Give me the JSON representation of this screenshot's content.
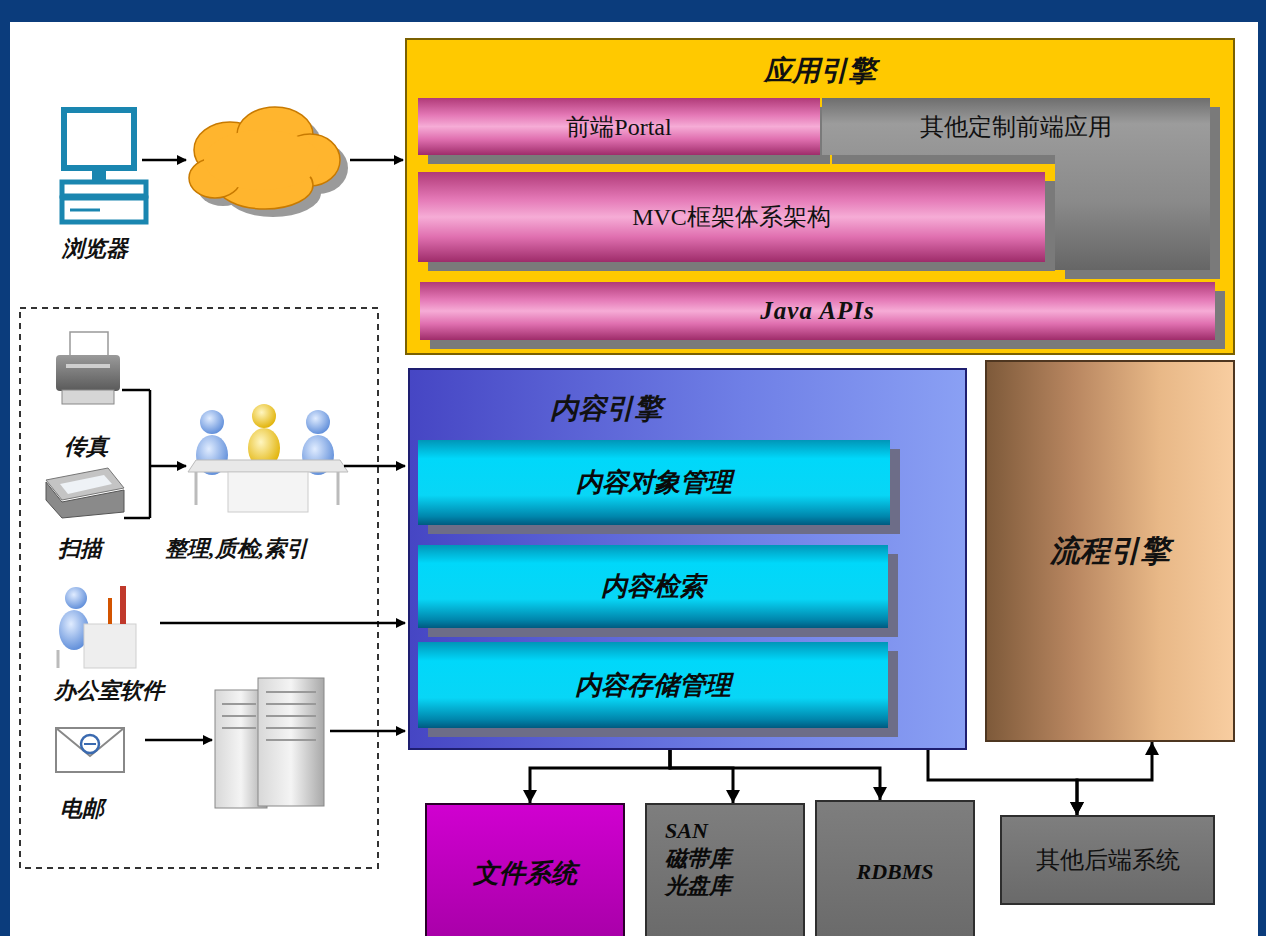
{
  "diagram": {
    "nodes": [
      {
        "text": [
          "应用引擎"
        ]
      },
      {
        "text": [
          "前端Portal"
        ],
        "in": 0
      },
      {
        "text": [
          "其他定制前端应用"
        ],
        "in": 0
      },
      {
        "text": [
          "MVC框架体系架构"
        ],
        "in": 0
      },
      {
        "text": [
          "Java APIs"
        ],
        "in": 0
      },
      {
        "text": [
          "内容引擎"
        ]
      },
      {
        "text": [
          "内容对象管理"
        ],
        "in": 5
      },
      {
        "text": [
          "内容检索"
        ],
        "in": 5
      },
      {
        "text": [
          "内容存储管理"
        ],
        "in": 5
      },
      {
        "text": [
          "流程引擎"
        ]
      },
      {
        "text": [
          "文件系统"
        ]
      },
      {
        "text": [
          "SAN 磁带库 光盘库"
        ]
      },
      {
        "text": [
          "RDBMS"
        ]
      },
      {
        "text": [
          "其他后端系统"
        ]
      }
    ],
    "edges": [
      {
        "from": 8,
        "to": 10,
        "arrow": "to"
      },
      {
        "from": 8,
        "to": 11,
        "arrow": "to"
      },
      {
        "from": 8,
        "to": 12,
        "arrow": "to"
      },
      {
        "from": 13,
        "to": 5,
        "arrow": "both"
      },
      {
        "from": 13,
        "to": 9,
        "arrow": "both"
      }
    ],
    "labels": [
      "浏览器",
      "传真",
      "扫描",
      "整理,质检,索引",
      "办公室软件",
      "电邮"
    ]
  }
}
